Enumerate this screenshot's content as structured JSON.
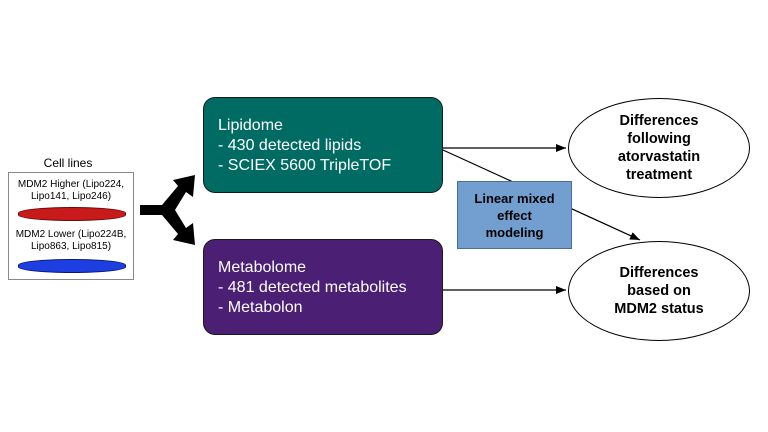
{
  "cell_lines": {
    "title": "Cell lines",
    "higher_line1": "MDM2 Higher (Lipo224,",
    "higher_line2": "Lipo141, Lipo246)",
    "lower_line1": "MDM2 Lower (Lipo224B,",
    "lower_line2": "Lipo863, Lipo815)",
    "higher_color": "#c81a1a",
    "lower_color": "#1d3ee0"
  },
  "lipidome": {
    "title": "Lipidome",
    "line1": "- 430 detected lipids",
    "line2": "- SCIEX 5600 TripleTOF",
    "color": "#006b63"
  },
  "metabolome": {
    "title": "Metabolome",
    "line1": "- 481 detected metabolites",
    "line2": "- Metabolon",
    "color": "#4a1f74"
  },
  "model": {
    "line1": "Linear mixed",
    "line2": "effect",
    "line3": "modeling",
    "color": "#729fcf"
  },
  "outcome1": {
    "line1": "Differences",
    "line2": "following",
    "line3": "atorvastatin",
    "line4": "treatment"
  },
  "outcome2": {
    "line1": "Differences",
    "line2": "based on",
    "line3": "MDM2 status"
  }
}
